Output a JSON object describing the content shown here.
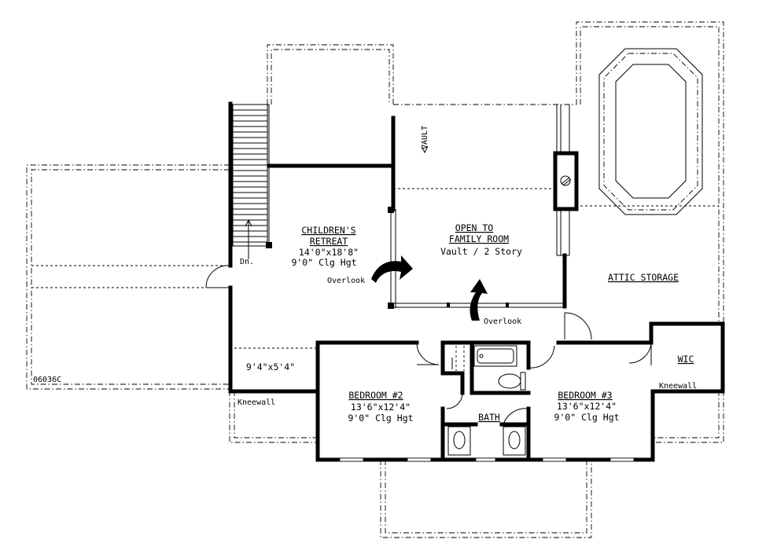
{
  "plan_id": "06036C",
  "rooms": {
    "childrens_retreat": {
      "name_line1": "CHILDREN'S",
      "name_line2": "RETREAT",
      "size": "14'0\"x18'8\"",
      "ceiling": "9'0\" Clg Hgt"
    },
    "open_to_family": {
      "name_line1": "OPEN TO",
      "name_line2": "FAMILY ROOM",
      "note": "Vault / 2 Story"
    },
    "attic_storage": {
      "name": "ATTIC STORAGE"
    },
    "wic": {
      "name": "WIC"
    },
    "bedroom2": {
      "name": "BEDROOM #2",
      "size": "13'6\"x12'4\"",
      "ceiling": "9'0\" Clg Hgt"
    },
    "bedroom3": {
      "name": "BEDROOM #3",
      "size": "13'6\"x12'4\"",
      "ceiling": "9'0\" Clg Hgt"
    },
    "bath": {
      "name": "BATH"
    },
    "small_space": {
      "size": "9'4\"x5'4\""
    }
  },
  "labels": {
    "vault": "VAULT",
    "stair_down": "Dn.",
    "overlook_left": "Overlook",
    "overlook_right": "Overlook",
    "kneewall_left": "Kneewall",
    "kneewall_right": "Kneewall"
  }
}
